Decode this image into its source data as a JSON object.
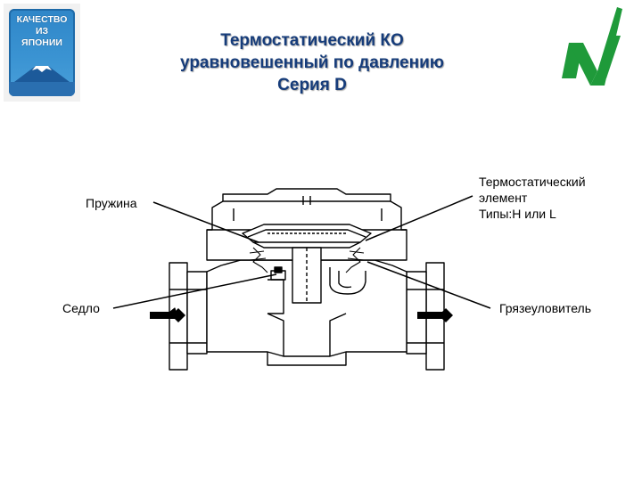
{
  "badge": {
    "line1": "КАЧЕСТВО",
    "line2": "ИЗ",
    "line3": "ЯПОНИИ"
  },
  "title": {
    "line1": "Термостатический КО",
    "line2": "уравновешенный по давлению",
    "line3": "Серия D"
  },
  "labels": {
    "spring": "Пружина",
    "seat": "Седло",
    "element_line1": "Термостатический",
    "element_line2": "элемент",
    "element_line3": "Типы:H или L",
    "strainer": "Грязеуловитель"
  },
  "colors": {
    "title": "#163c7a",
    "logo_green": "#1f9a3a",
    "badge_blue": "#2f86c8"
  }
}
